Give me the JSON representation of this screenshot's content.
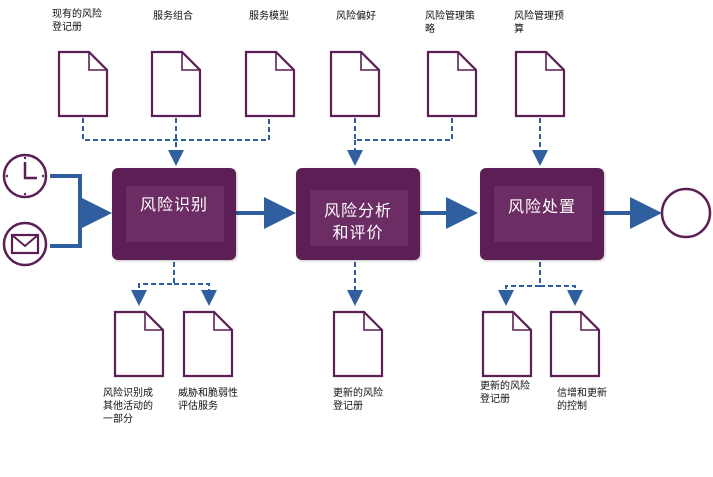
{
  "inputs": [
    {
      "id": "existing-register",
      "label": "现有的风险登记册"
    },
    {
      "id": "service-portfolio",
      "label": "服务组合"
    },
    {
      "id": "service-model",
      "label": "服务模型"
    },
    {
      "id": "risk-appetite",
      "label": "风险偏好"
    },
    {
      "id": "risk-policy",
      "label": "风险管理策略"
    },
    {
      "id": "risk-budget",
      "label": "风险管理预算"
    }
  ],
  "triggers": [
    {
      "id": "clock",
      "icon": "clock-icon"
    },
    {
      "id": "mail",
      "icon": "envelope-icon"
    }
  ],
  "processes": [
    {
      "id": "identify",
      "label": "风险识别"
    },
    {
      "id": "analyze",
      "label": "风险分析和评价"
    },
    {
      "id": "treat",
      "label": "风险处置"
    }
  ],
  "outputs": [
    {
      "id": "part-of-other",
      "label": "风险识别成其他活动的一部分"
    },
    {
      "id": "threat-service",
      "label": "威胁和脆弱性评估服务"
    },
    {
      "id": "updated-register-1",
      "label": "更新的风险登记册"
    },
    {
      "id": "updated-register-2",
      "label": "更新的风险登记册"
    },
    {
      "id": "updated-controls",
      "label": "信增和更新的控制"
    }
  ],
  "end_icon": "end-circle-icon",
  "colors": {
    "process_fill": "#5b1f55",
    "process_inner": "#6c2c64",
    "document_stroke": "#5b1f55",
    "arrow": "#2f5f9e"
  }
}
